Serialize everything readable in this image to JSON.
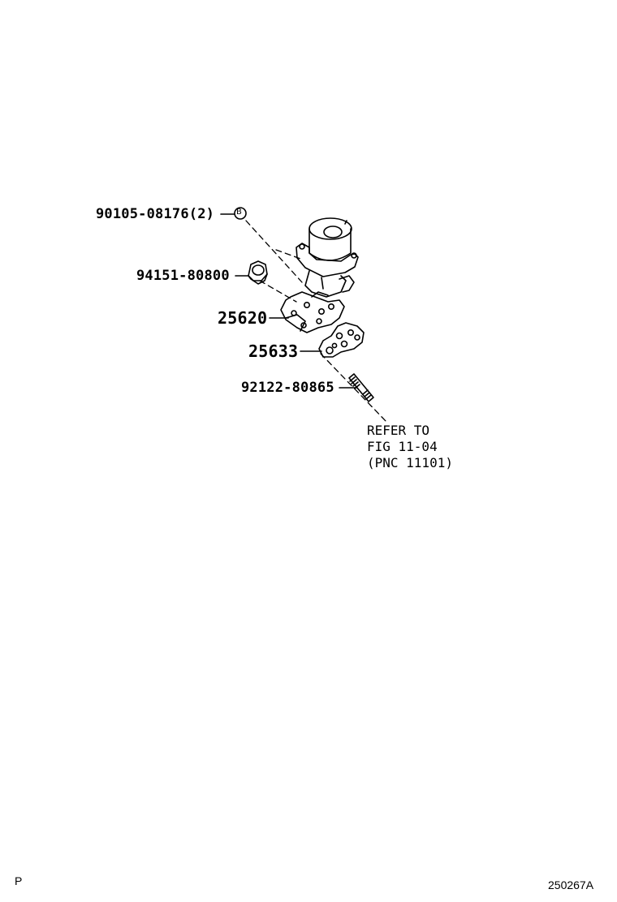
{
  "callouts": {
    "bolt": {
      "part_number": "90105-08176",
      "qty": "(2)",
      "marker": "B"
    },
    "nut": {
      "part_number": "94151-80800"
    },
    "valve": {
      "part_number": "25620"
    },
    "gasket": {
      "part_number": "25633"
    },
    "stud": {
      "part_number": "92122-80865"
    }
  },
  "reference_note": {
    "line1": "REFER TO",
    "line2": "FIG 11-04",
    "line3": "(PNC 11101)"
  },
  "footer": {
    "left_mark": "P",
    "illustration_id": "250267A"
  }
}
